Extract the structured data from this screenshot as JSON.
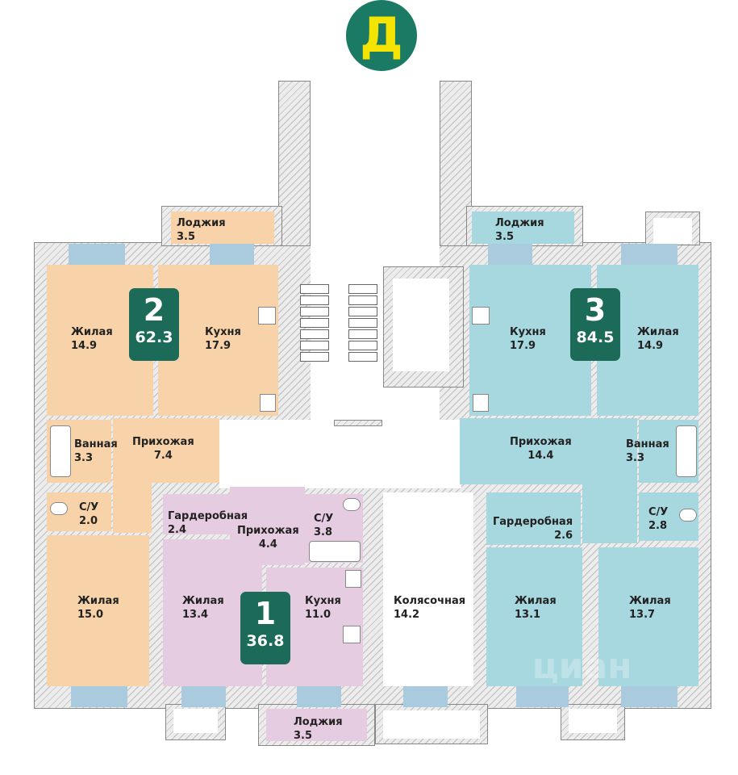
{
  "section_letter": "Д",
  "apartments": [
    {
      "number": "2",
      "area": "62.3",
      "rooms": [
        {
          "name": "Лоджия",
          "area": "3.5"
        },
        {
          "name": "Жилая",
          "area": "14.9"
        },
        {
          "name": "Кухня",
          "area": "17.9"
        },
        {
          "name": "Ванная",
          "area": "3.3"
        },
        {
          "name": "Прихожая",
          "area": "7.4"
        },
        {
          "name": "С/У",
          "area": "2.0"
        },
        {
          "name": "Жилая",
          "area": "15.0"
        }
      ]
    },
    {
      "number": "1",
      "area": "36.8",
      "rooms": [
        {
          "name": "Гардеробная",
          "area": "2.4"
        },
        {
          "name": "Прихожая",
          "area": "4.4"
        },
        {
          "name": "С/У",
          "area": "3.8"
        },
        {
          "name": "Жилая",
          "area": "13.4"
        },
        {
          "name": "Кухня",
          "area": "11.0"
        },
        {
          "name": "Лоджия",
          "area": "3.5"
        }
      ]
    },
    {
      "number": "3",
      "area": "84.5",
      "rooms": [
        {
          "name": "Лоджия",
          "area": "3.5"
        },
        {
          "name": "Кухня",
          "area": "17.9"
        },
        {
          "name": "Жилая",
          "area": "14.9"
        },
        {
          "name": "Прихожая",
          "area": "14.4"
        },
        {
          "name": "Ванная",
          "area": "3.3"
        },
        {
          "name": "Гардеробная",
          "area": "2.6"
        },
        {
          "name": "С/У",
          "area": "2.8"
        },
        {
          "name": "Жилая",
          "area": "13.1"
        },
        {
          "name": "Жилая",
          "area": "13.7"
        }
      ]
    }
  ],
  "common": {
    "name": "Колясочная",
    "area": "14.2"
  },
  "watermark": "циан",
  "colors": {
    "apt1": "#e6cce0",
    "apt2": "#f8d3a9",
    "apt3": "#a8d8df",
    "badge": "#1b6b58",
    "letter": "#f5e400"
  }
}
